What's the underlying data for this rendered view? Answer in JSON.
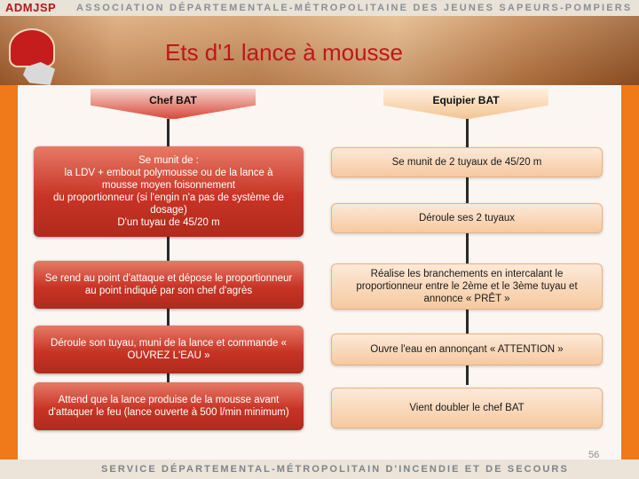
{
  "header": {
    "brand": "ADMJSP",
    "association": "ASSOCIATION DÉPARTEMENTALE-MÉTROPOLITAINE DES JEUNES SAPEURS-POMPIERS",
    "title": "Ets d'1 lance à mousse"
  },
  "columns": {
    "left_label": "Chef BAT",
    "right_label": "Equipier BAT"
  },
  "chef_steps": [
    "Se munit de :\nla LDV + embout polymousse ou de la lance à mousse moyen foisonnement\ndu proportionneur (si l'engin n'a pas de système de dosage)\nD'un tuyau de 45/20 m",
    "Se rend au point d'attaque et dépose le proportionneur au point indiqué par son chef d'agrès",
    "Déroule son tuyau, muni de la lance et commande « OUVREZ L'EAU »",
    "Attend que la lance produise de la mousse avant d'attaquer le feu (lance ouverte à 500 l/min minimum)"
  ],
  "equipier_steps": [
    "Se munit de 2 tuyaux de 45/20 m",
    "Déroule ses 2 tuyaux",
    "Réalise les branchements en intercalant le proportionneur entre le 2ème et le 3ème tuyau et annonce « PRÊT »",
    "Ouvre l'eau en annonçant « ATTENTION »",
    "Vient doubler le chef BAT"
  ],
  "footer": {
    "text": "SERVICE DÉPARTEMENTAL-MÉTROPOLITAIN D'INCENDIE ET DE SECOURS",
    "page_number": "56"
  },
  "colors": {
    "background": "#f07a1a",
    "title_red": "#c0151b",
    "chef_box": "#c83425",
    "equipier_box": "#f6c9a0"
  }
}
